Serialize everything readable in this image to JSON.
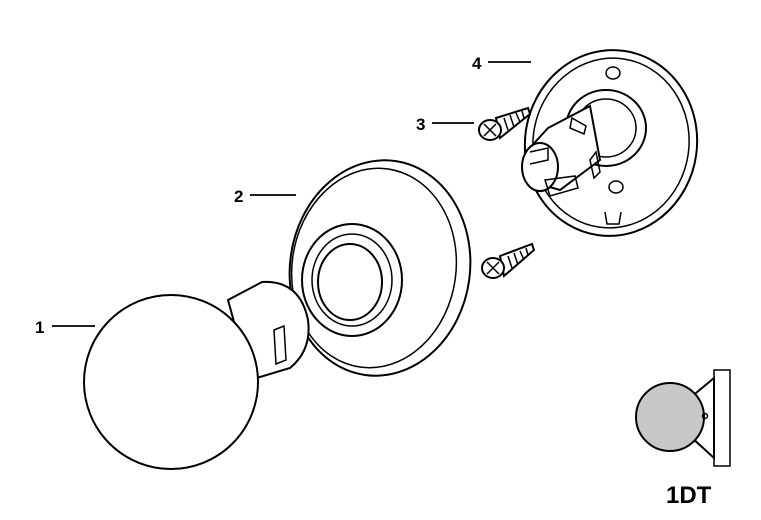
{
  "callouts": [
    {
      "number": "1"
    },
    {
      "number": "2"
    },
    {
      "number": "3"
    },
    {
      "number": "4"
    }
  ],
  "model": {
    "label": "1DT"
  },
  "colors": {
    "line": "#000000",
    "fill": "#ffffff",
    "thumbnail_knob": "#c8c8c8"
  }
}
